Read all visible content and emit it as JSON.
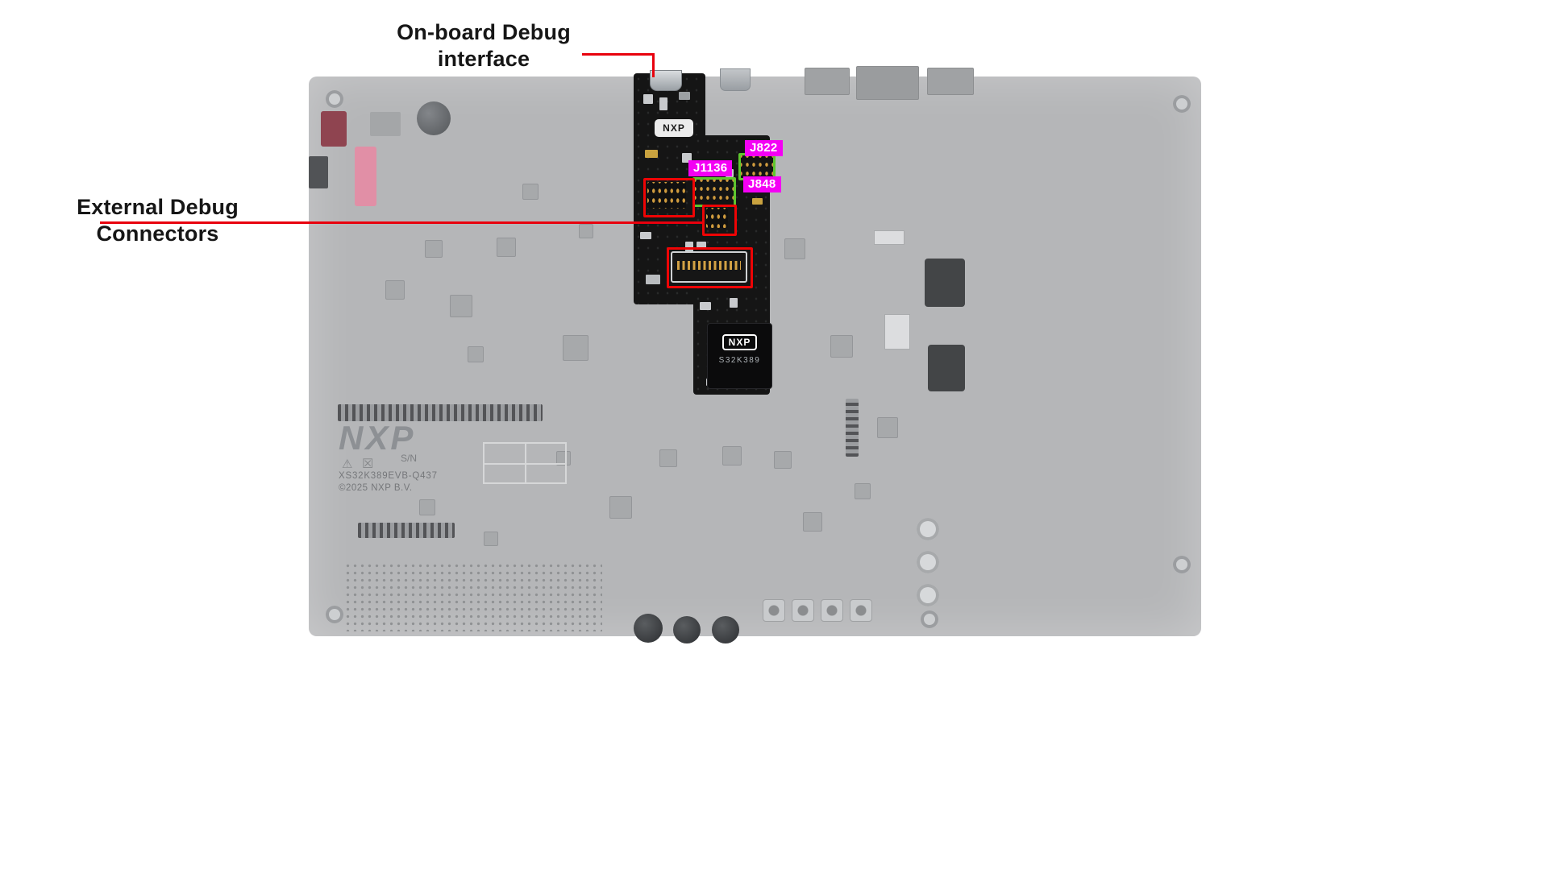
{
  "annotations": {
    "onboard": {
      "line1": "On-board Debug",
      "line2": "interface"
    },
    "external": {
      "line1": "External Debug",
      "line2": "Connectors"
    }
  },
  "connector_labels": {
    "j822": "J822",
    "j1136": "J1136",
    "j848": "J848"
  },
  "debug_adapter": {
    "logo": "NXP"
  },
  "mcu": {
    "logo": "NXP",
    "part": "S32K389"
  },
  "silkscreen": {
    "logo": "NXP",
    "serial": "S/N",
    "board_name": "XS32K389EVB-Q437",
    "copyright": "©2025 NXP B.V."
  },
  "icons": {
    "warning": "⚠",
    "weee": "☒"
  },
  "colors": {
    "leader": "#e8000d",
    "highlight_red": "#ee0405",
    "highlight_green": "#5ec62e",
    "label_magenta": "#f400f4",
    "board_gray": "#b5b6b8",
    "strip_black": "#151515"
  }
}
